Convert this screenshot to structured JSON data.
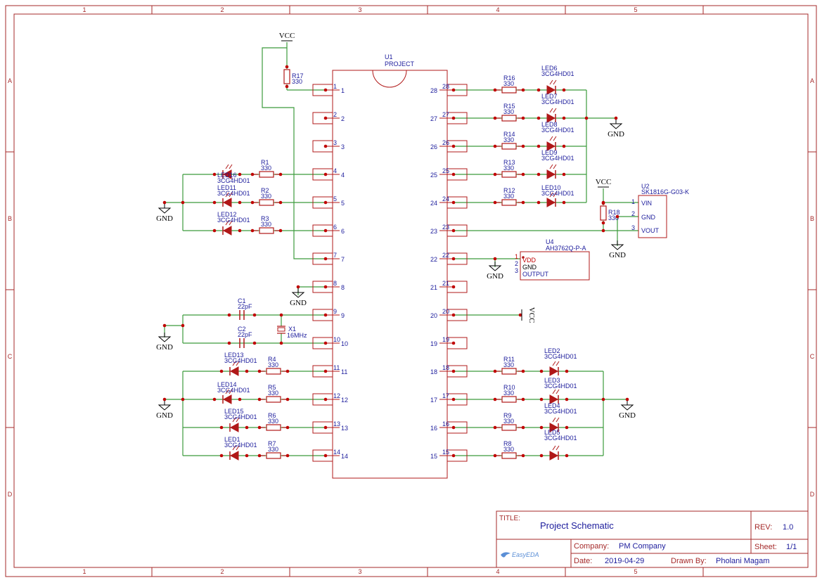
{
  "frame": {
    "col_labels": [
      "1",
      "2",
      "3",
      "4",
      "5"
    ],
    "row_labels": [
      "A",
      "B",
      "C",
      "D"
    ]
  },
  "chip": {
    "designator": "U1",
    "name": "PROJECT",
    "left_pins": [
      "1",
      "2",
      "3",
      "4",
      "5",
      "6",
      "7",
      "8",
      "9",
      "10",
      "11",
      "12",
      "13",
      "14"
    ],
    "right_pins": [
      "28",
      "27",
      "26",
      "25",
      "24",
      "23",
      "22",
      "21",
      "20",
      "19",
      "18",
      "17",
      "16",
      "15"
    ]
  },
  "power": {
    "vcc": "VCC",
    "gnd": "GND"
  },
  "resistors": [
    {
      "ref": "R17",
      "value": "330"
    },
    {
      "ref": "R1",
      "value": "330"
    },
    {
      "ref": "R2",
      "value": "330"
    },
    {
      "ref": "R3",
      "value": "330"
    },
    {
      "ref": "R4",
      "value": "330"
    },
    {
      "ref": "R5",
      "value": "330"
    },
    {
      "ref": "R6",
      "value": "330"
    },
    {
      "ref": "R7",
      "value": "330"
    },
    {
      "ref": "R16",
      "value": "330"
    },
    {
      "ref": "R15",
      "value": "330"
    },
    {
      "ref": "R14",
      "value": "330"
    },
    {
      "ref": "R13",
      "value": "330"
    },
    {
      "ref": "R12",
      "value": "330"
    },
    {
      "ref": "R11",
      "value": "330"
    },
    {
      "ref": "R10",
      "value": "330"
    },
    {
      "ref": "R9",
      "value": "330"
    },
    {
      "ref": "R8",
      "value": "330"
    },
    {
      "ref": "R18",
      "value": "330"
    }
  ],
  "leds": [
    {
      "ref": "LED16",
      "value": "3CG4HD01"
    },
    {
      "ref": "LED11",
      "value": "3CG4HD01"
    },
    {
      "ref": "LED12",
      "value": "3CG4HD01"
    },
    {
      "ref": "LED13",
      "value": "3CG4HD01"
    },
    {
      "ref": "LED14",
      "value": "3CG4HD01"
    },
    {
      "ref": "LED15",
      "value": "3CG4HD01"
    },
    {
      "ref": "LED1",
      "value": "3CG4HD01"
    },
    {
      "ref": "LED6",
      "value": "3CG4HD01"
    },
    {
      "ref": "LED7",
      "value": "3CG4HD01"
    },
    {
      "ref": "LED8",
      "value": "3CG4HD01"
    },
    {
      "ref": "LED9",
      "value": "3CG4HD01"
    },
    {
      "ref": "LED10",
      "value": "3CG4HD01"
    },
    {
      "ref": "LED2",
      "value": "3CG4HD01"
    },
    {
      "ref": "LED3",
      "value": "3CG4HD01"
    },
    {
      "ref": "LED4",
      "value": "3CG4HD01"
    },
    {
      "ref": "LED5",
      "value": "3CG4HD01"
    }
  ],
  "capacitors": [
    {
      "ref": "C1",
      "value": "22pF"
    },
    {
      "ref": "C2",
      "value": "22pF"
    }
  ],
  "crystal": {
    "ref": "X1",
    "value": "16MHz"
  },
  "u2": {
    "ref": "U2",
    "part": "SK1816G-G03-K",
    "pins": [
      {
        "num": "1",
        "name": "VIN"
      },
      {
        "num": "2",
        "name": "GND"
      },
      {
        "num": "3",
        "name": "VOUT"
      }
    ]
  },
  "u4": {
    "ref": "U4",
    "part": "AH3762Q-P-A",
    "pins": [
      {
        "num": "1",
        "name": "VDD"
      },
      {
        "num": "2",
        "name": "GND"
      },
      {
        "num": "3",
        "name": "OUTPUT"
      }
    ]
  },
  "title_block": {
    "title_label": "TITLE:",
    "title": "Project Schematic",
    "rev_label": "REV:",
    "rev": "1.0",
    "company_label": "Company:",
    "company": "PM Company",
    "sheet_label": "Sheet:",
    "sheet": "1/1",
    "date_label": "Date:",
    "date": "2019-04-29",
    "drawn_label": "Drawn By:",
    "drawn": "Pholani Magam",
    "logo": "EasyEDA"
  },
  "colors": {
    "frame": "#a52a2a",
    "wire": "#3c9b3c",
    "component": "#b01818",
    "text": "#1c1c9c",
    "pin_dot": "#c00000"
  }
}
